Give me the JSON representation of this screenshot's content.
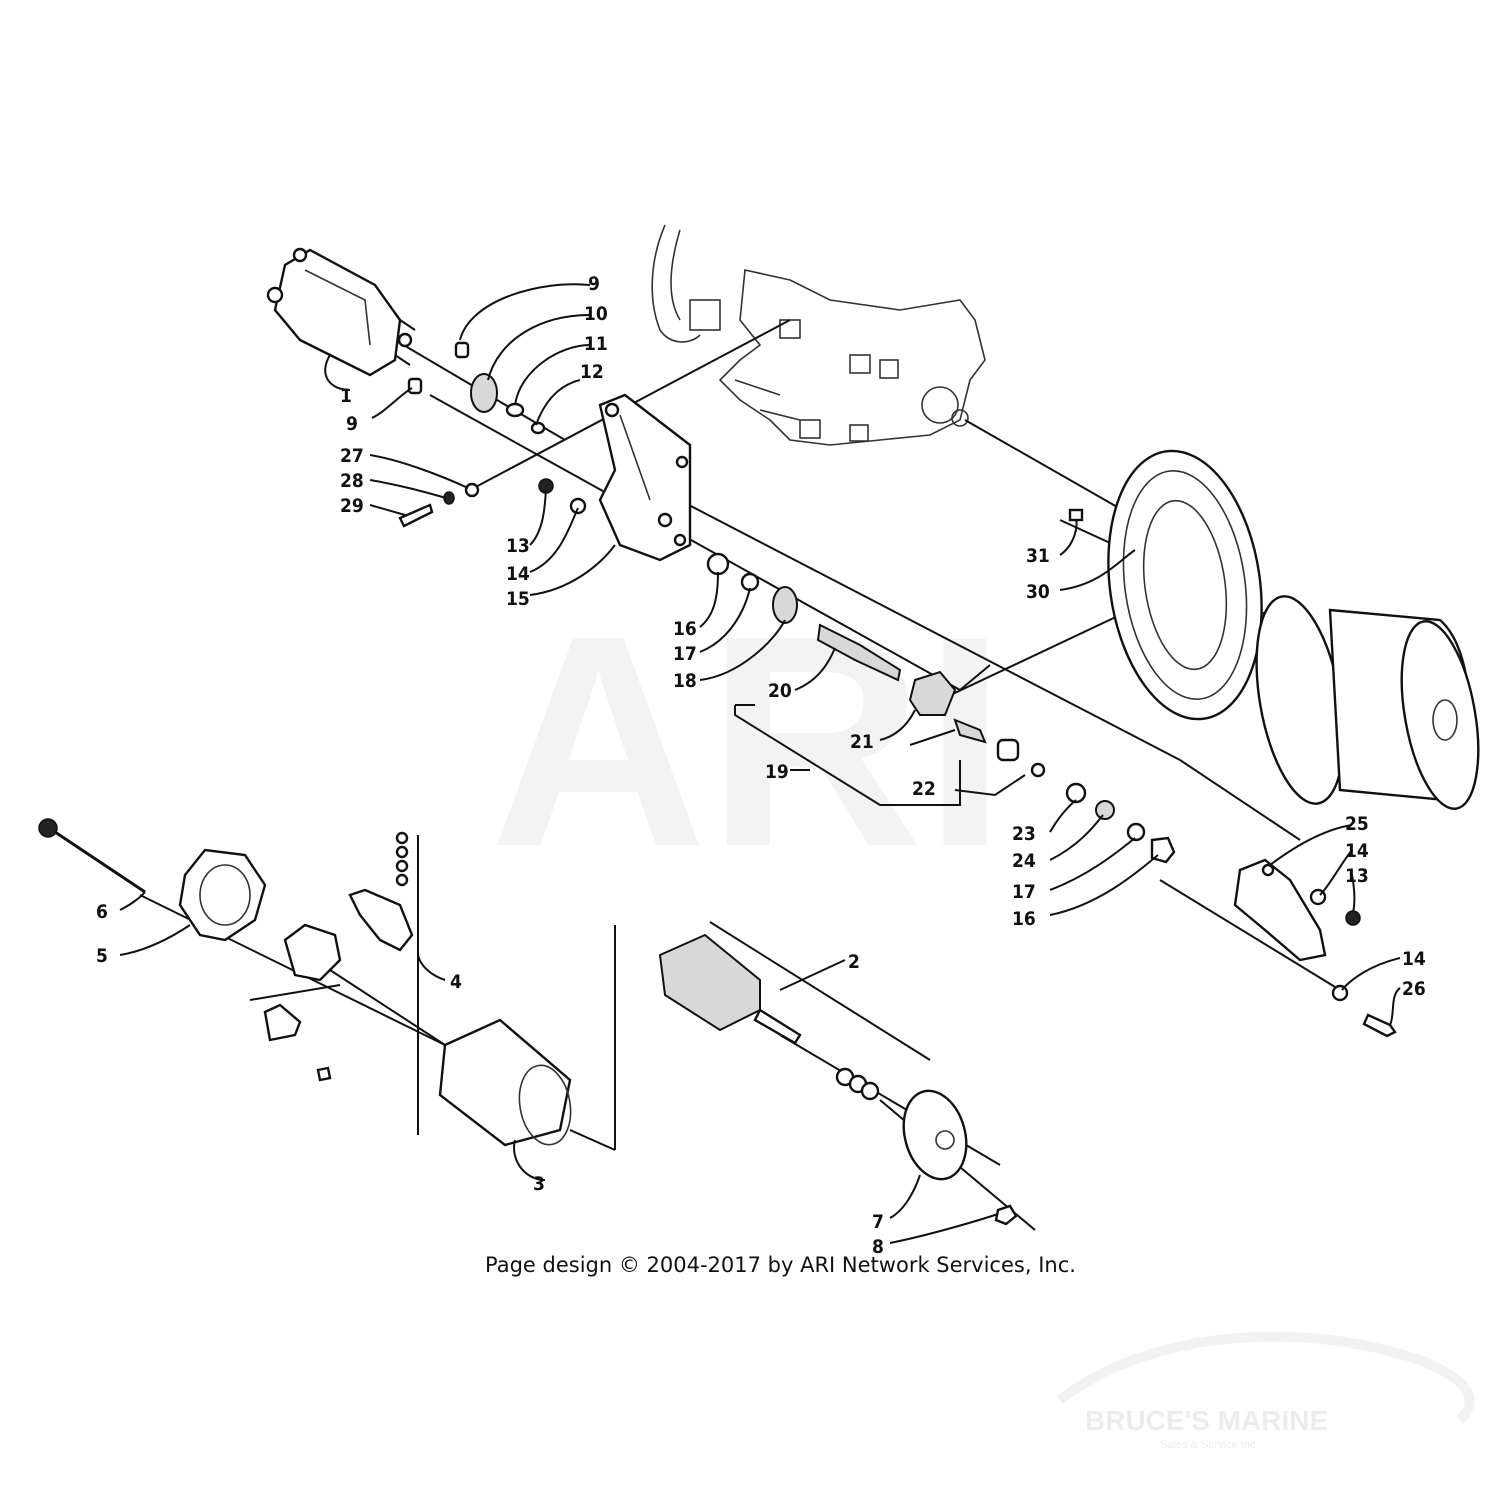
{
  "watermark": "ARI",
  "copyright": "Page design © 2004-2017 by ARI Network Services, Inc.",
  "brand": {
    "name": "BRUCE'S MARINE",
    "tagline": "Sales & Service Inc."
  },
  "callouts": [
    {
      "id": "c1",
      "label": "1"
    },
    {
      "id": "c2",
      "label": "2"
    },
    {
      "id": "c3",
      "label": "3"
    },
    {
      "id": "c4",
      "label": "4"
    },
    {
      "id": "c5",
      "label": "5"
    },
    {
      "id": "c6",
      "label": "6"
    },
    {
      "id": "c7",
      "label": "7"
    },
    {
      "id": "c8",
      "label": "8"
    },
    {
      "id": "c9a",
      "label": "9"
    },
    {
      "id": "c9b",
      "label": "9"
    },
    {
      "id": "c10",
      "label": "10"
    },
    {
      "id": "c11",
      "label": "11"
    },
    {
      "id": "c12",
      "label": "12"
    },
    {
      "id": "c13a",
      "label": "13"
    },
    {
      "id": "c13b",
      "label": "13"
    },
    {
      "id": "c14a",
      "label": "14"
    },
    {
      "id": "c14b",
      "label": "14"
    },
    {
      "id": "c14c",
      "label": "14"
    },
    {
      "id": "c15",
      "label": "15"
    },
    {
      "id": "c16a",
      "label": "16"
    },
    {
      "id": "c16b",
      "label": "16"
    },
    {
      "id": "c17a",
      "label": "17"
    },
    {
      "id": "c17b",
      "label": "17"
    },
    {
      "id": "c18",
      "label": "18"
    },
    {
      "id": "c19",
      "label": "19"
    },
    {
      "id": "c20",
      "label": "20"
    },
    {
      "id": "c21",
      "label": "21"
    },
    {
      "id": "c22",
      "label": "22"
    },
    {
      "id": "c23",
      "label": "23"
    },
    {
      "id": "c24",
      "label": "24"
    },
    {
      "id": "c25",
      "label": "25"
    },
    {
      "id": "c26",
      "label": "26"
    },
    {
      "id": "c27",
      "label": "27"
    },
    {
      "id": "c28",
      "label": "28"
    },
    {
      "id": "c29",
      "label": "29"
    },
    {
      "id": "c30",
      "label": "30"
    },
    {
      "id": "c31",
      "label": "31"
    }
  ]
}
